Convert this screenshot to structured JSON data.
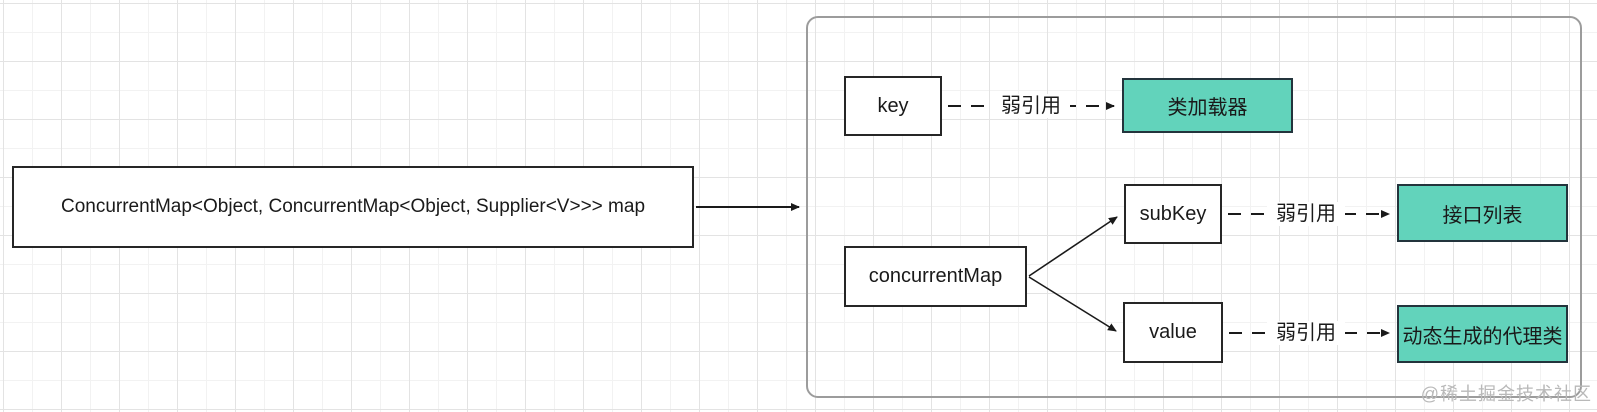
{
  "diagram": {
    "title_hint": "WeakCache / dynamic proxy map structure",
    "nodes": {
      "map_declaration": {
        "label": "ConcurrentMap<Object, ConcurrentMap<Object, Supplier<V>>> map"
      },
      "key": {
        "label": "key"
      },
      "class_loader": {
        "label": "类加载器"
      },
      "concurrent_map": {
        "label": "concurrentMap"
      },
      "sub_key": {
        "label": "subKey"
      },
      "interface_list": {
        "label": "接口列表"
      },
      "value": {
        "label": "value"
      },
      "proxy_class": {
        "label": "动态生成的代理类"
      }
    },
    "edges": [
      {
        "from": "map_declaration",
        "to": "group-frame",
        "label": "",
        "style": "solid"
      },
      {
        "from": "key",
        "to": "class_loader",
        "label": "弱引用",
        "style": "dashed"
      },
      {
        "from": "sub_key",
        "to": "interface_list",
        "label": "弱引用",
        "style": "dashed"
      },
      {
        "from": "value",
        "to": "proxy_class",
        "label": "弱引用",
        "style": "dashed"
      },
      {
        "from": "concurrent_map",
        "to": "sub_key",
        "label": "",
        "style": "solid"
      },
      {
        "from": "concurrent_map",
        "to": "value",
        "label": "",
        "style": "solid"
      }
    ],
    "colors": {
      "teal_node_fill": "#62d3bb",
      "teal_node_border": "#23343c",
      "white_node_border": "#262626",
      "group_frame_border": "#9c9c9c",
      "connector_stroke": "#1a1a1a",
      "grid_minor": "#f2f2f2",
      "grid_major": "#e3e3e3",
      "watermark_text": "#b9b9b9"
    }
  },
  "watermark": "@稀土掘金技术社区"
}
